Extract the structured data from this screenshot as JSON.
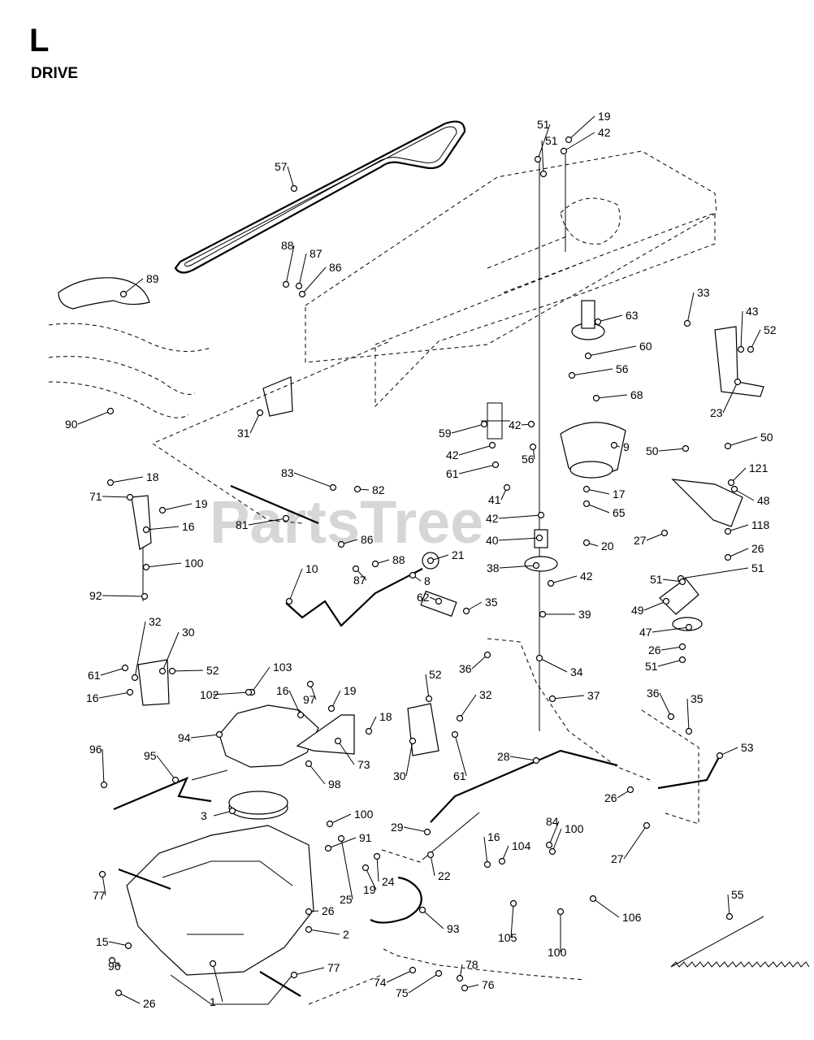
{
  "section": {
    "letter": "L",
    "title": "DRIVE"
  },
  "watermark": "PartsTree",
  "callouts": [
    {
      "n": "57"
    },
    {
      "n": "51"
    },
    {
      "n": "51"
    },
    {
      "n": "19"
    },
    {
      "n": "42"
    },
    {
      "n": "88"
    },
    {
      "n": "87"
    },
    {
      "n": "86"
    },
    {
      "n": "89"
    },
    {
      "n": "63"
    },
    {
      "n": "33"
    },
    {
      "n": "43"
    },
    {
      "n": "52"
    },
    {
      "n": "60"
    },
    {
      "n": "56"
    },
    {
      "n": "68"
    },
    {
      "n": "90"
    },
    {
      "n": "31"
    },
    {
      "n": "59"
    },
    {
      "n": "42"
    },
    {
      "n": "23"
    },
    {
      "n": "9"
    },
    {
      "n": "42"
    },
    {
      "n": "61"
    },
    {
      "n": "56"
    },
    {
      "n": "50"
    },
    {
      "n": "50"
    },
    {
      "n": "18"
    },
    {
      "n": "83"
    },
    {
      "n": "82"
    },
    {
      "n": "121"
    },
    {
      "n": "71"
    },
    {
      "n": "19"
    },
    {
      "n": "41"
    },
    {
      "n": "17"
    },
    {
      "n": "48"
    },
    {
      "n": "16"
    },
    {
      "n": "81"
    },
    {
      "n": "42"
    },
    {
      "n": "65"
    },
    {
      "n": "118"
    },
    {
      "n": "27"
    },
    {
      "n": "86"
    },
    {
      "n": "40"
    },
    {
      "n": "20"
    },
    {
      "n": "26"
    },
    {
      "n": "100"
    },
    {
      "n": "21"
    },
    {
      "n": "88"
    },
    {
      "n": "87"
    },
    {
      "n": "38"
    },
    {
      "n": "51"
    },
    {
      "n": "92"
    },
    {
      "n": "8"
    },
    {
      "n": "42"
    },
    {
      "n": "51"
    },
    {
      "n": "10"
    },
    {
      "n": "49"
    },
    {
      "n": "62"
    },
    {
      "n": "35"
    },
    {
      "n": "39"
    },
    {
      "n": "47"
    },
    {
      "n": "32"
    },
    {
      "n": "30"
    },
    {
      "n": "26"
    },
    {
      "n": "103"
    },
    {
      "n": "36"
    },
    {
      "n": "34"
    },
    {
      "n": "51"
    },
    {
      "n": "61"
    },
    {
      "n": "52"
    },
    {
      "n": "97"
    },
    {
      "n": "16"
    },
    {
      "n": "102"
    },
    {
      "n": "16"
    },
    {
      "n": "52"
    },
    {
      "n": "19"
    },
    {
      "n": "37"
    },
    {
      "n": "32"
    },
    {
      "n": "36"
    },
    {
      "n": "35"
    },
    {
      "n": "18"
    },
    {
      "n": "94"
    },
    {
      "n": "73"
    },
    {
      "n": "30"
    },
    {
      "n": "61"
    },
    {
      "n": "53"
    },
    {
      "n": "96"
    },
    {
      "n": "95"
    },
    {
      "n": "98"
    },
    {
      "n": "28"
    },
    {
      "n": "26"
    },
    {
      "n": "3"
    },
    {
      "n": "100"
    },
    {
      "n": "29"
    },
    {
      "n": "84"
    },
    {
      "n": "100"
    },
    {
      "n": "91"
    },
    {
      "n": "16"
    },
    {
      "n": "104"
    },
    {
      "n": "27"
    },
    {
      "n": "77"
    },
    {
      "n": "22"
    },
    {
      "n": "26"
    },
    {
      "n": "25"
    },
    {
      "n": "19"
    },
    {
      "n": "24"
    },
    {
      "n": "55"
    },
    {
      "n": "106"
    },
    {
      "n": "2"
    },
    {
      "n": "93"
    },
    {
      "n": "105"
    },
    {
      "n": "15"
    },
    {
      "n": "100"
    },
    {
      "n": "96"
    },
    {
      "n": "77"
    },
    {
      "n": "78"
    },
    {
      "n": "74"
    },
    {
      "n": "75"
    },
    {
      "n": "76"
    },
    {
      "n": "26"
    },
    {
      "n": "1"
    }
  ]
}
